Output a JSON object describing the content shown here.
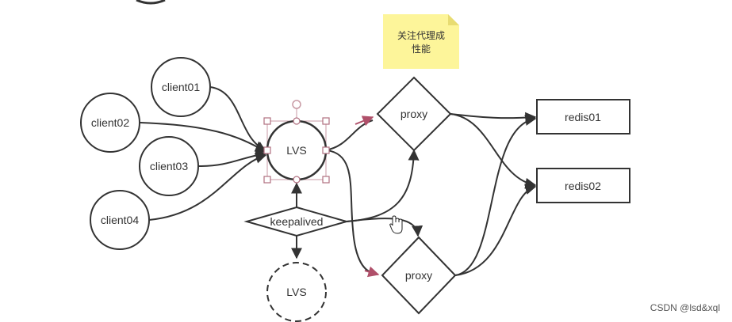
{
  "nodes": {
    "client01": "client01",
    "client02": "client02",
    "client03": "client03",
    "client04": "client04",
    "lvs_primary": "LVS",
    "lvs_backup": "LVS",
    "keepalived": "keepalived",
    "proxy_top": "proxy",
    "proxy_bottom": "proxy",
    "redis01": "redis01",
    "redis02": "redis02"
  },
  "note": {
    "line1": "关注代理成",
    "line2": "性能"
  },
  "watermark": "CSDN @lsd&xql",
  "colors": {
    "stroke": "#333333",
    "note_fill": "#fdf59a",
    "selection": "#c89aa4",
    "accent_arrow": "#b0506a"
  }
}
